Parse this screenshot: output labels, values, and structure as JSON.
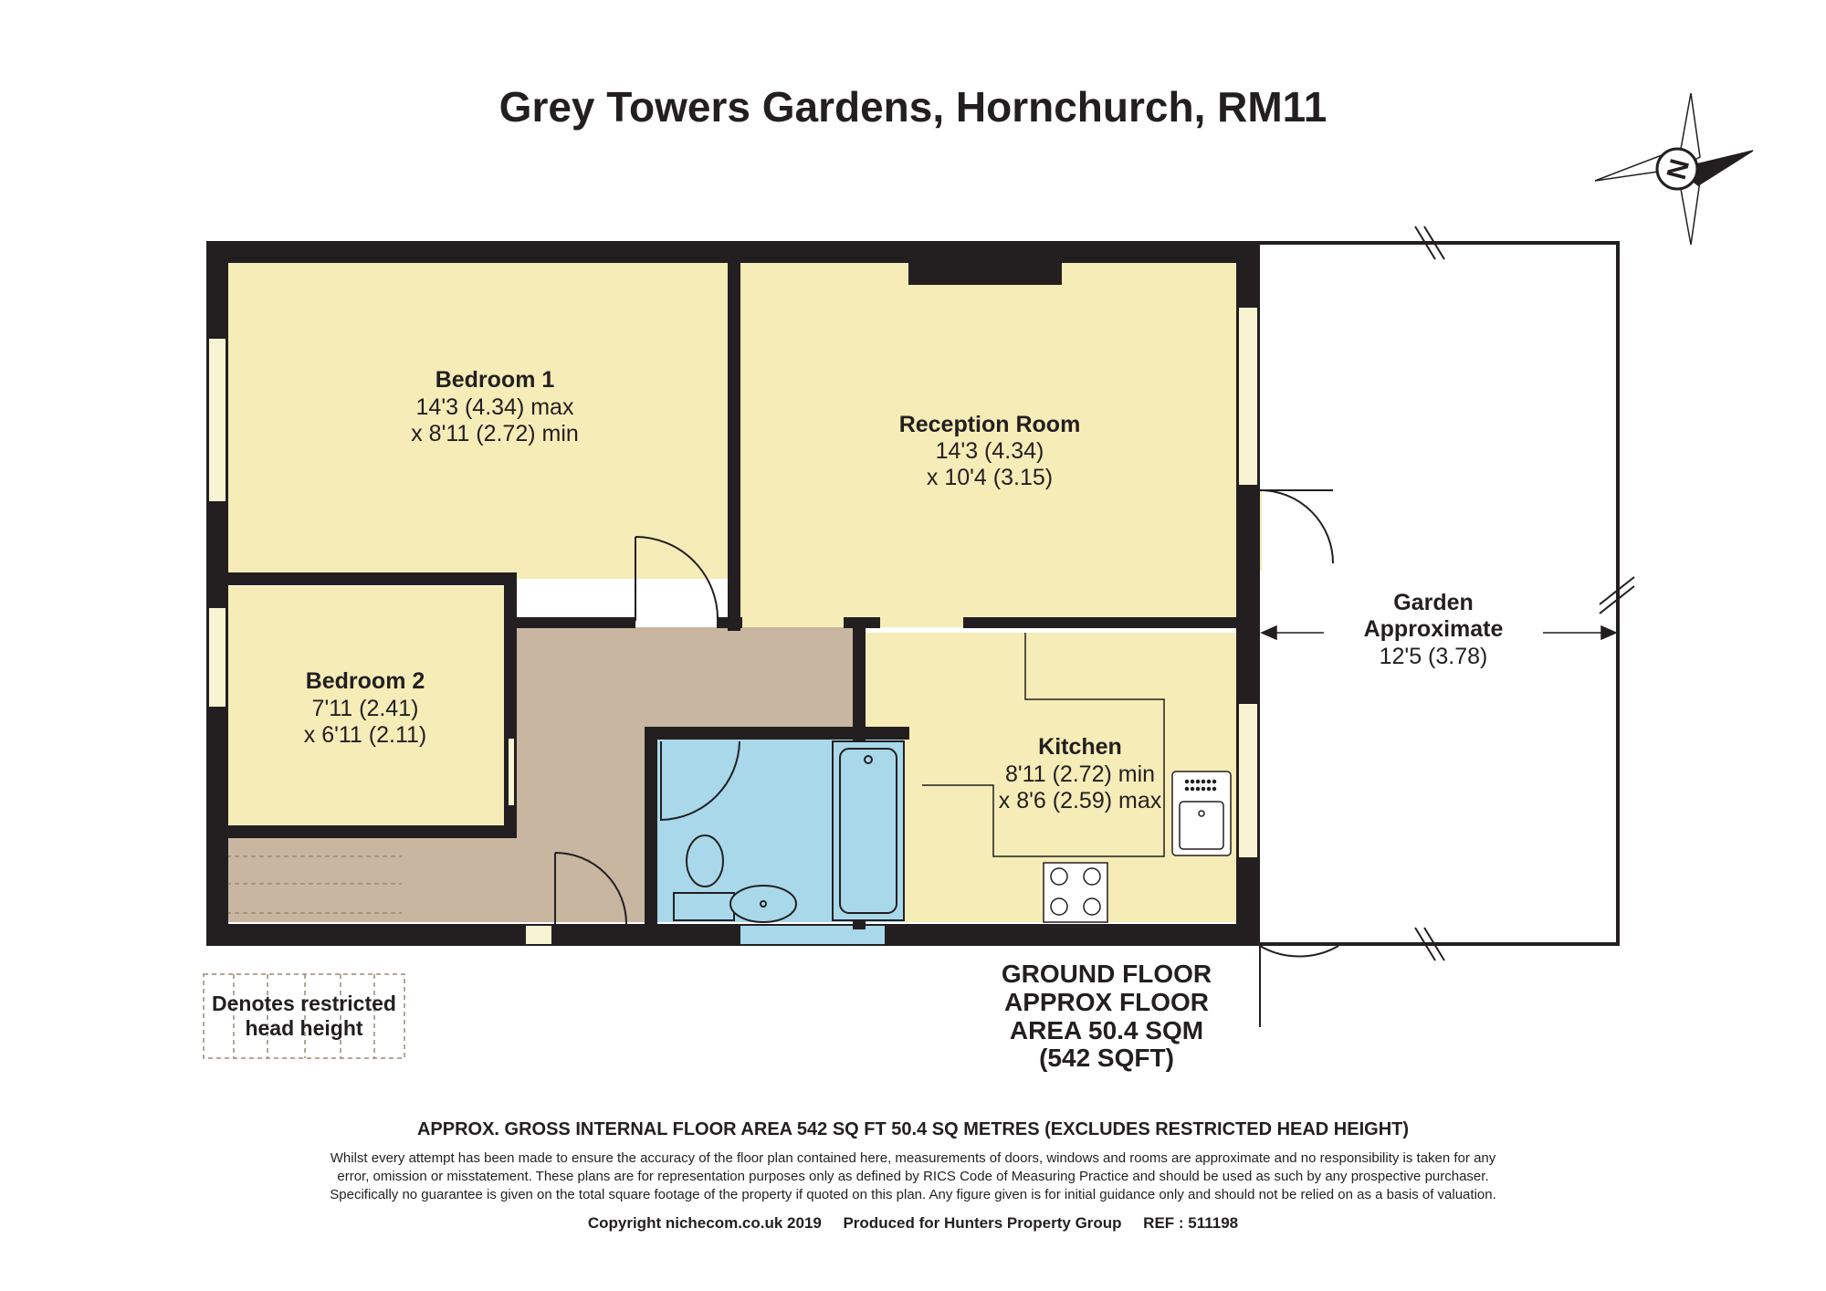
{
  "title": "Grey Towers Gardens, Hornchurch, RM11",
  "compass": {
    "label": "N"
  },
  "rooms": {
    "bedroom1": {
      "name": "Bedroom 1",
      "line1": "14'3 (4.34) max",
      "line2": "x 8'11 (2.72) min"
    },
    "reception": {
      "name": "Reception Room",
      "line1": "14'3 (4.34)",
      "line2": "x 10'4 (3.15)"
    },
    "bedroom2": {
      "name": "Bedroom 2",
      "line1": "7'11 (2.41)",
      "line2": "x 6'11 (2.11)"
    },
    "kitchen": {
      "name": "Kitchen",
      "line1": "8'11 (2.72) min",
      "line2": "x 8'6 (2.59) max"
    },
    "garden": {
      "name1": "Garden",
      "name2": "Approximate",
      "line1": "12'5 (3.78)"
    }
  },
  "floor": {
    "line1": "GROUND FLOOR",
    "line2": "APPROX FLOOR",
    "line3": "AREA 50.4 SQM",
    "line4": "(542 SQFT)"
  },
  "legend": {
    "line1": "Denotes restricted",
    "line2": "head height"
  },
  "footer": {
    "area": "APPROX. GROSS INTERNAL FLOOR AREA 542 SQ FT 50.4 SQ METRES (EXCLUDES RESTRICTED HEAD HEIGHT)",
    "disclaimer1": "Whilst every attempt has been made to ensure the accuracy of the floor plan contained here, measurements of doors, windows and rooms are approximate and no responsibility is taken for any",
    "disclaimer2": "error, omission or misstatement. These plans are for representation purposes only as defined by RICS Code of Measuring Practice and should be used as such by any prospective purchaser.",
    "disclaimer3": "Specifically no guarantee is given on the total square footage of the property if quoted on this plan. Any figure given is for initial guidance only and should not be relied on as a basis of valuation.",
    "copyright": "Copyright nichecom.co.uk 2019     Produced for Hunters Property Group     REF : 511198"
  },
  "colors": {
    "wall": "#231f20",
    "room": "#f5ecb7",
    "hall": "#c8b6a1",
    "bathroom": "#a8d8ea",
    "window": "#f8f3d2"
  }
}
